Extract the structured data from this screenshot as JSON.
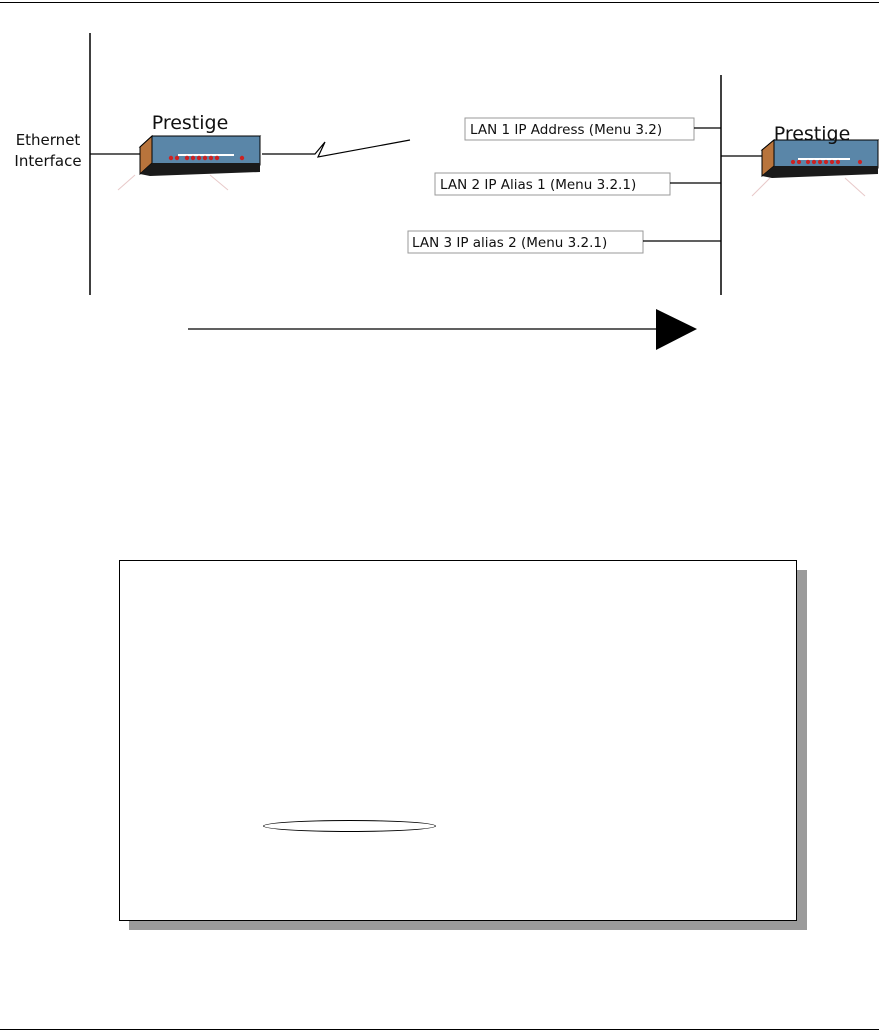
{
  "diagram": {
    "left_device": {
      "name": "Prestige",
      "interface_label": [
        "Ethernet",
        "Interface"
      ]
    },
    "right_device": {
      "name": "Prestige"
    },
    "callouts": [
      "LAN 1 IP Address (Menu 3.2)",
      "LAN 2 IP Alias 1 (Menu 3.2.1)",
      "LAN 3 IP alias 2 (Menu 3.2.1)"
    ]
  },
  "colors": {
    "router_body": "#5a86a8",
    "router_side": "#b8743c",
    "router_led": "#cc2222",
    "screen_shadow": "#9b9b9b"
  }
}
